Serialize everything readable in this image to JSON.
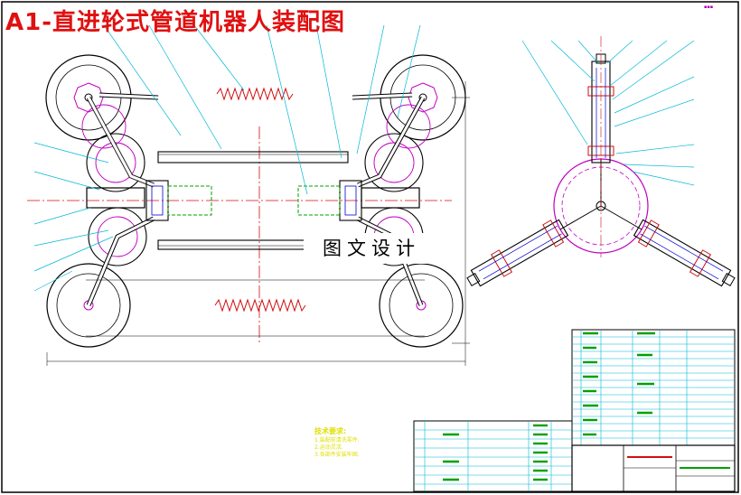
{
  "title": "A1-直进轮式管道机器人装配图",
  "watermark": "图文设计",
  "notes": {
    "heading": "技术要求:",
    "lines": [
      "1.装配前清洗零件.",
      "2.运动灵活.",
      "3.各部件安装牢固."
    ]
  },
  "colors": {
    "outline": "#000000",
    "red": "#d01010",
    "magenta": "#c000c0",
    "green": "#00a000",
    "cyan": "#00b8d8",
    "blue": "#0000d0",
    "yellow": "#e0e000",
    "title": "#e01010"
  }
}
